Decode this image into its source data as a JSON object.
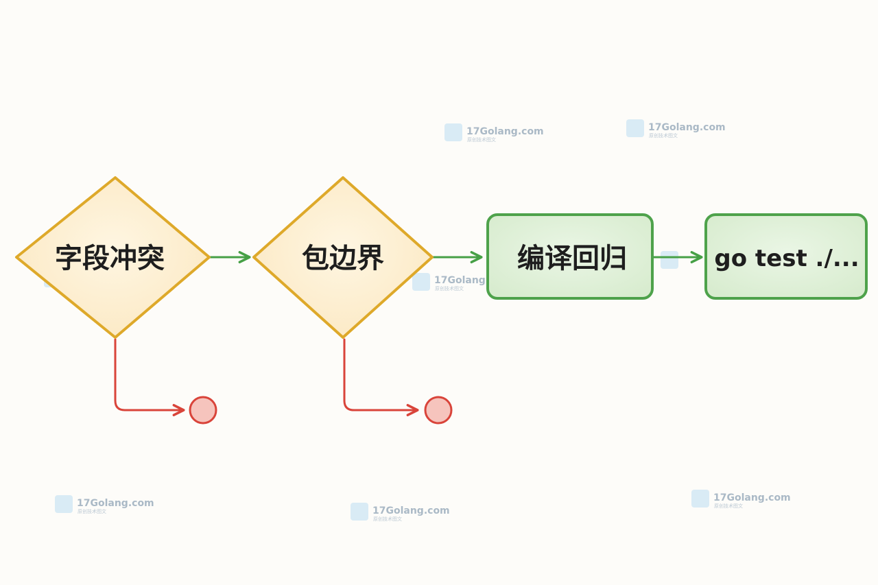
{
  "nodes": [
    {
      "id": "field-conflict",
      "shape": "diamond",
      "label": "字段冲突"
    },
    {
      "id": "package-boundary",
      "shape": "diamond",
      "label": "包边界"
    },
    {
      "id": "compile-regression",
      "shape": "rect",
      "label": "编译回归"
    },
    {
      "id": "go-test",
      "shape": "rect",
      "label": "go test ./..."
    }
  ],
  "edges": [
    {
      "from": "field-conflict",
      "to": "package-boundary",
      "kind": "success"
    },
    {
      "from": "package-boundary",
      "to": "compile-regression",
      "kind": "success"
    },
    {
      "from": "compile-regression",
      "to": "go-test",
      "kind": "success"
    },
    {
      "from": "field-conflict",
      "to": "fail-end-1",
      "kind": "failure"
    },
    {
      "from": "package-boundary",
      "to": "fail-end-2",
      "kind": "failure"
    }
  ],
  "terminals": [
    {
      "id": "fail-end-1",
      "kind": "failure"
    },
    {
      "id": "fail-end-2",
      "kind": "failure"
    }
  ],
  "colors": {
    "background": "#fdfcf9",
    "decision_fill": "#fdefcf",
    "decision_stroke": "#dea92a",
    "process_fill": "#e1f1da",
    "process_stroke": "#4ea24b",
    "success_arrow": "#46a046",
    "failure_arrow": "#d9443a",
    "terminal_fill": "#f6c4bd",
    "terminal_stroke": "#d9443a"
  },
  "watermark": {
    "text": "17Golang.com",
    "subtext": "原创技术图文"
  }
}
